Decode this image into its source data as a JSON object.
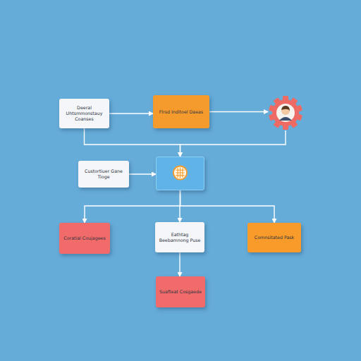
{
  "diagram": {
    "nodes": [
      {
        "text": [
          "Deeral Uhtsmmonstauy Coanses"
        ]
      },
      {
        "text": [
          "Flrsd Inditoel Daeas"
        ]
      },
      {
        "text": []
      },
      {
        "text": [
          "Custortiuer Gane Tioge"
        ]
      },
      {
        "text": []
      },
      {
        "text": [
          "Coratial Coujagees"
        ]
      },
      {
        "text": [
          "Eathtag Beebamnong Puse"
        ]
      },
      {
        "text": [
          "Comnsitated Pask"
        ]
      },
      {
        "text": [
          "Suafteat Cosgaede"
        ]
      }
    ],
    "edges": [
      {
        "from": 0,
        "to": 1,
        "arrow": "to"
      },
      {
        "from": 1,
        "to": 2,
        "arrow": "to"
      },
      {
        "from": 0,
        "to": 4,
        "arrow": "to"
      },
      {
        "from": 2,
        "to": 4,
        "arrow": "to"
      },
      {
        "from": 3,
        "to": 4,
        "arrow": "to"
      },
      {
        "from": 4,
        "to": 5,
        "arrow": "to"
      },
      {
        "from": 4,
        "to": 6,
        "arrow": "to"
      },
      {
        "from": 4,
        "to": 7,
        "arrow": "to"
      },
      {
        "from": 6,
        "to": 8,
        "arrow": "to"
      }
    ]
  }
}
